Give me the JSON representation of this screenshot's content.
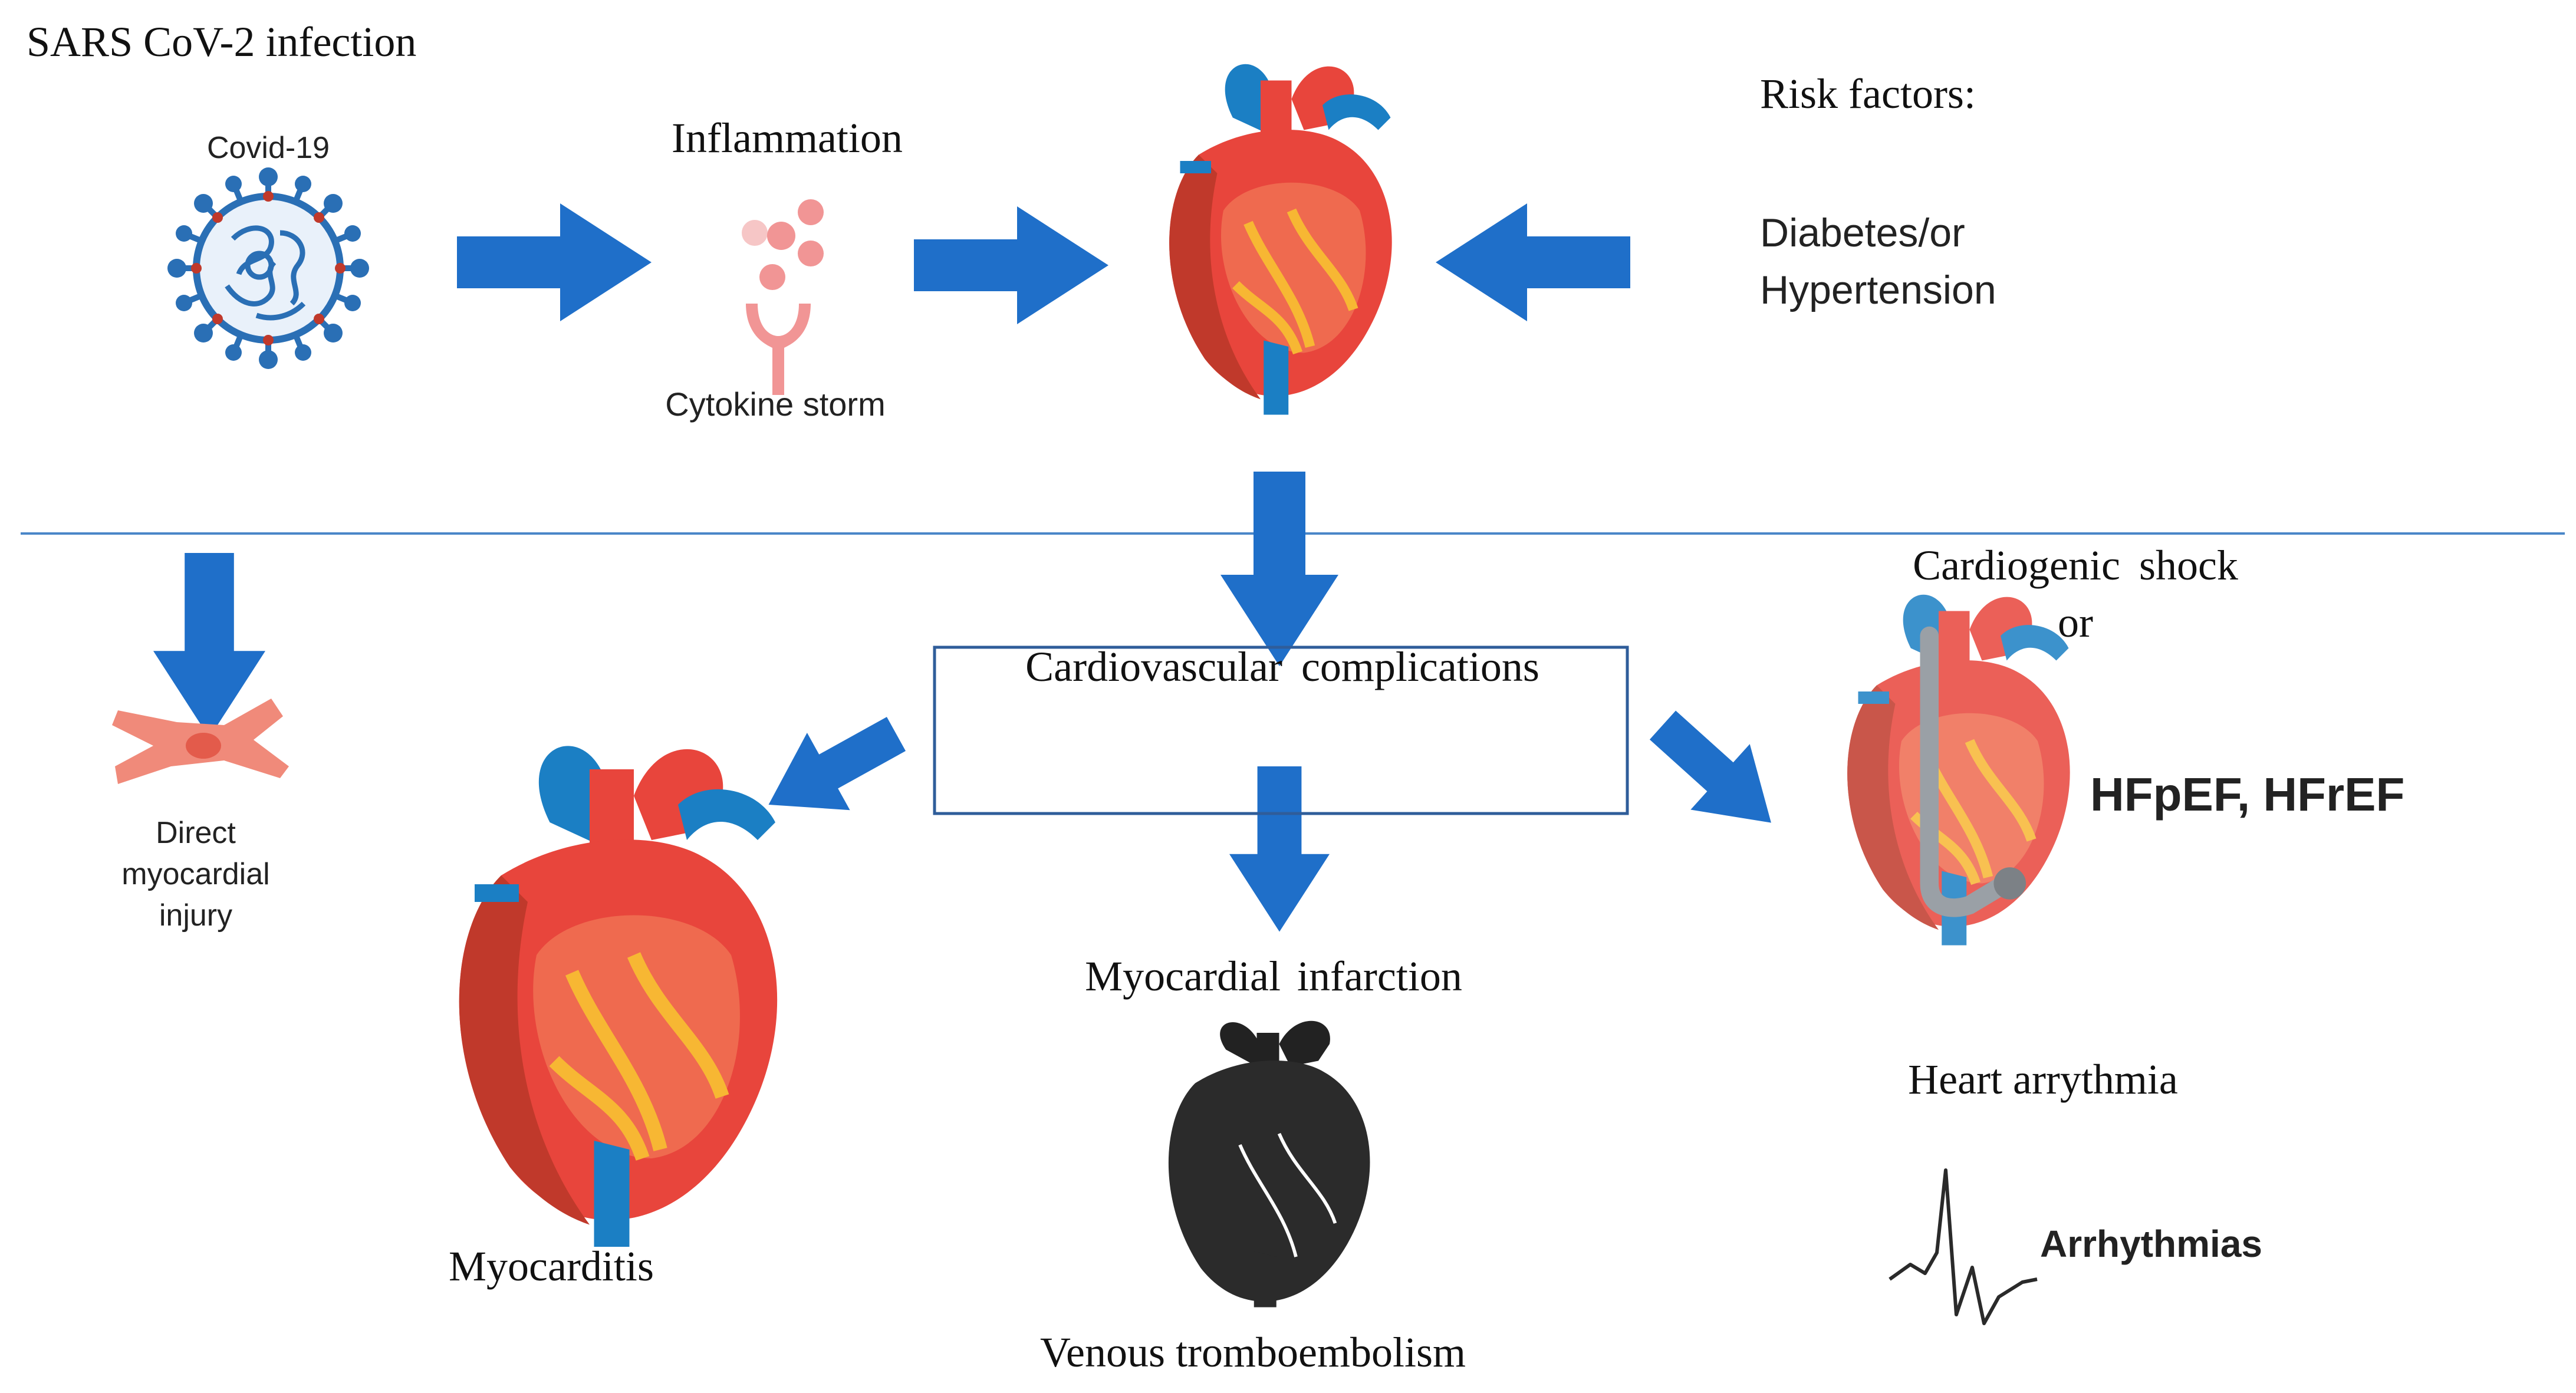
{
  "labels": {
    "infection": "SARS CoV-2 infection",
    "covid": "Covid-19",
    "inflammation": "Inflammation",
    "cytokine": "Cytokine storm",
    "risk_title": "Risk factors:",
    "risk_1": "Diabetes/or",
    "risk_2": "Hypertension",
    "complications": "Cardiovascular complications",
    "direct_1": "Direct",
    "direct_2": "myocardial",
    "direct_3": "injury",
    "shock_1": "Cardiogenic shock",
    "shock_2": "or",
    "hf": "HFpEF, HFrEF",
    "mi": "Myocardial infarction",
    "myocarditis": "Myocarditis",
    "arrythmia": "Heart arrythmia",
    "arrhythmias": "Arrhythmias",
    "vte": "Venous tromboembolism"
  },
  "colors": {
    "arrow": "#1f6fc9",
    "divider": "#4a86c8",
    "box_border": "#2f5d9a",
    "heart_red": "#e8453c",
    "heart_dark": "#c0392b",
    "vessel_blue": "#1b7fc4",
    "virus_blue": "#2a6fb5",
    "cytokine_pink": "#f19595",
    "cell_salmon": "#f08a7a"
  },
  "icons": [
    "virus-icon",
    "cytokine-icon",
    "heart-icon",
    "cardiomyocyte-icon",
    "heart-device-icon",
    "black-heart-icon",
    "ecg-icon"
  ]
}
